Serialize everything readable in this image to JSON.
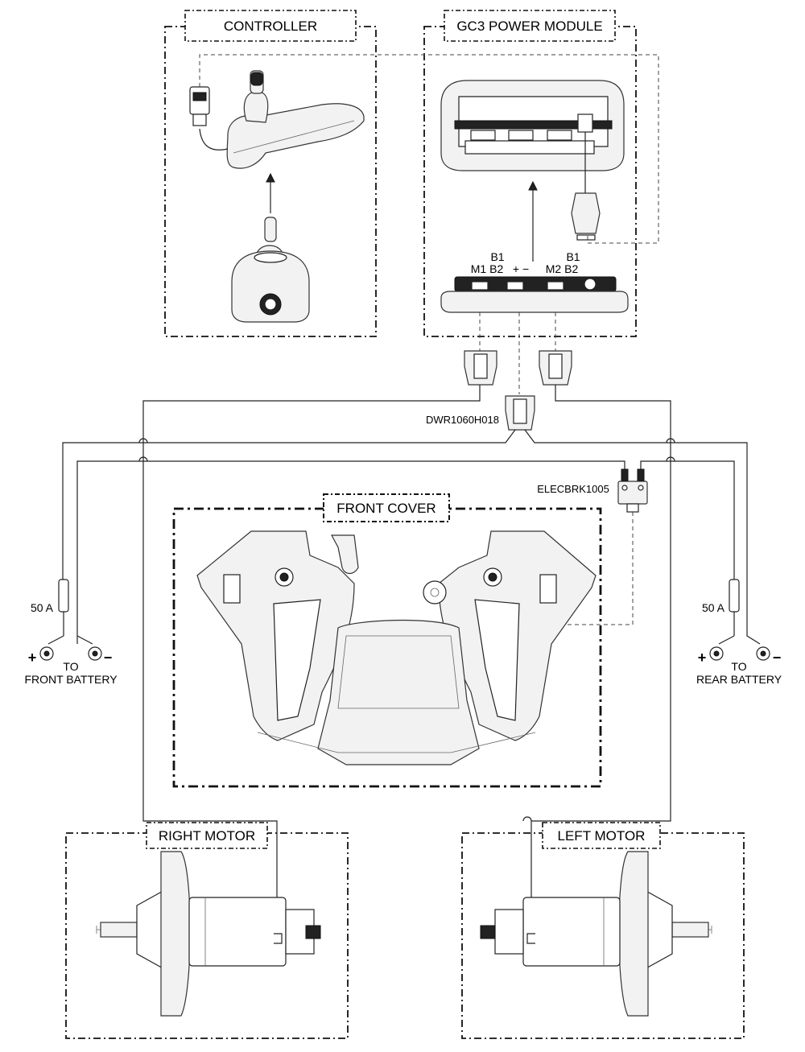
{
  "modules": {
    "controller": "CONTROLLER",
    "power_module": "GC3 POWER MODULE",
    "front_cover": "FRONT COVER",
    "right_motor": "RIGHT MOTOR",
    "left_motor": "LEFT MOTOR"
  },
  "terminals": {
    "b1_left": "B1",
    "m1_b2": "M1 B2",
    "plus_minus": "+  −",
    "b1_right": "B1",
    "m2_b2": "M2 B2"
  },
  "parts": {
    "harness": "DWR1060H018",
    "breaker": "ELECBRK1005"
  },
  "batteries": {
    "front": {
      "fuse": "50 A",
      "plus": "+",
      "minus": "−",
      "to": "TO",
      "name": "FRONT BATTERY"
    },
    "rear": {
      "fuse": "50 A",
      "plus": "+",
      "minus": "−",
      "to": "TO",
      "name": "REAR BATTERY"
    }
  }
}
